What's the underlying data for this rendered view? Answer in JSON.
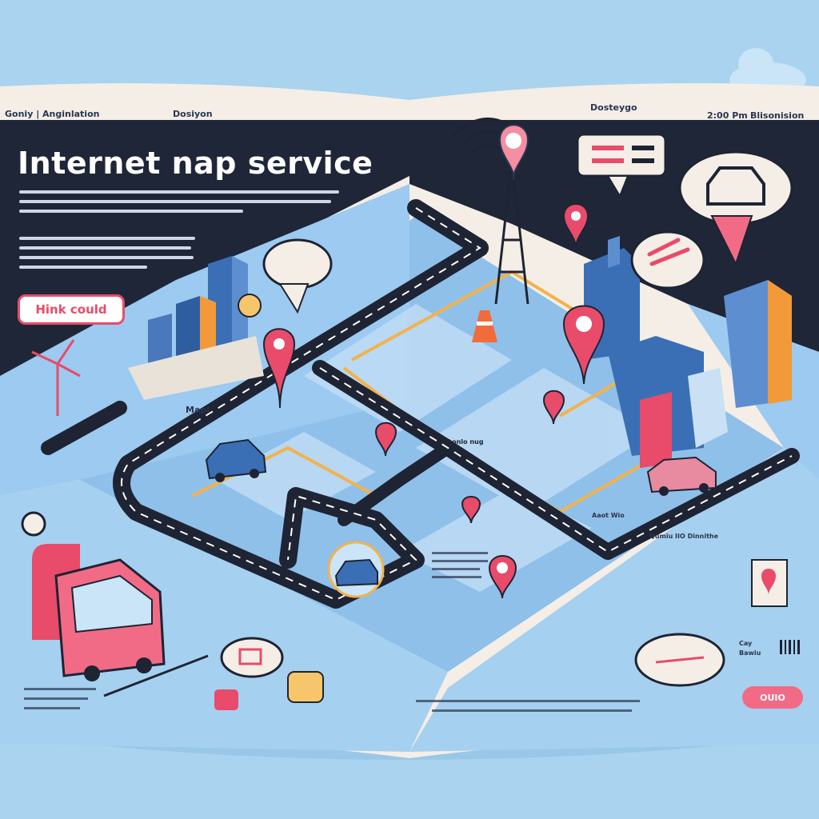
{
  "header": {
    "left_section": "Goniy | Anginlation",
    "left_center": "Dosiyon",
    "right_center": "Dosteygo",
    "right_time": "2:00 Pm",
    "right_section": "Blisonision"
  },
  "page": {
    "title": "Internet nap service",
    "speech_bubble": "Hink could",
    "map_label_main": "Mapl",
    "road_label": "Lonlo nug",
    "right_block_label": "Aaot Wio",
    "bottom_right_label": "Qumiu IIO Dinnithe",
    "side_label_1": "Cay",
    "side_label_2": "Bawiu"
  },
  "button": {
    "label": "OUIO"
  },
  "icons": [
    "signal-icon",
    "map-pin-icon",
    "cloud-icon",
    "car-icon",
    "bus-icon",
    "wind-turbine-icon",
    "traffic-cone-icon",
    "barcode-icon",
    "building-icon",
    "chat-icon"
  ],
  "colors": {
    "background": "#a9d3ef",
    "dark_panel": "#1f2638",
    "accent_pink": "#e94b6a",
    "road": "#1e2433",
    "map_blue": "#7fb6e6",
    "route_orange": "#f3b24c"
  }
}
